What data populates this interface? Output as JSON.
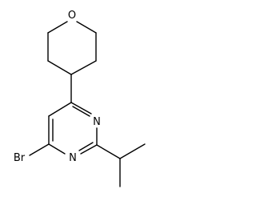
{
  "structure": {
    "atoms": {
      "oxygen": "O",
      "nitrogen_upper": "N",
      "nitrogen_lower": "N",
      "bromine": "Br"
    }
  },
  "colors": {
    "bond": "#000000",
    "label": "#000000",
    "background": "#ffffff"
  }
}
